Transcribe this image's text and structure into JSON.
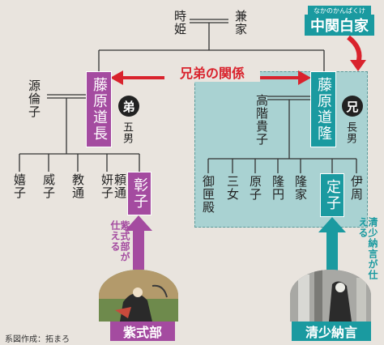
{
  "top": {
    "father": "兼家",
    "mother": "時姫"
  },
  "kanpaku": {
    "ruby": "なかのかんぱくけ",
    "label": "中関白家"
  },
  "relation_label": "兄弟の関係",
  "michinaga": {
    "name": "藤原道長",
    "badge": "弟",
    "order": "五男",
    "wife": "源倫子"
  },
  "michitaka": {
    "name": "藤原道隆",
    "badge": "兄",
    "order": "長男",
    "wife": "高階貴子"
  },
  "michinaga_children": [
    "嬉子",
    "威子",
    "教通",
    "妍子",
    "頼通"
  ],
  "shoshi": "彰子",
  "michitaka_children": [
    "御匣殿",
    "三女",
    "原子",
    "隆円",
    "隆家"
  ],
  "teishi": "定子",
  "korechika": "伊周",
  "murasaki": {
    "serve_label": "紫式部が仕える",
    "name": "紫式部"
  },
  "seishonagon": {
    "serve_label": "清少納言が仕える",
    "name": "清少納言"
  },
  "credit": "系図作成：拓まろ",
  "colors": {
    "purple": "#a44ba0",
    "teal": "#1a9aa0",
    "red": "#d9232d",
    "panel": "#a9d2d2"
  }
}
